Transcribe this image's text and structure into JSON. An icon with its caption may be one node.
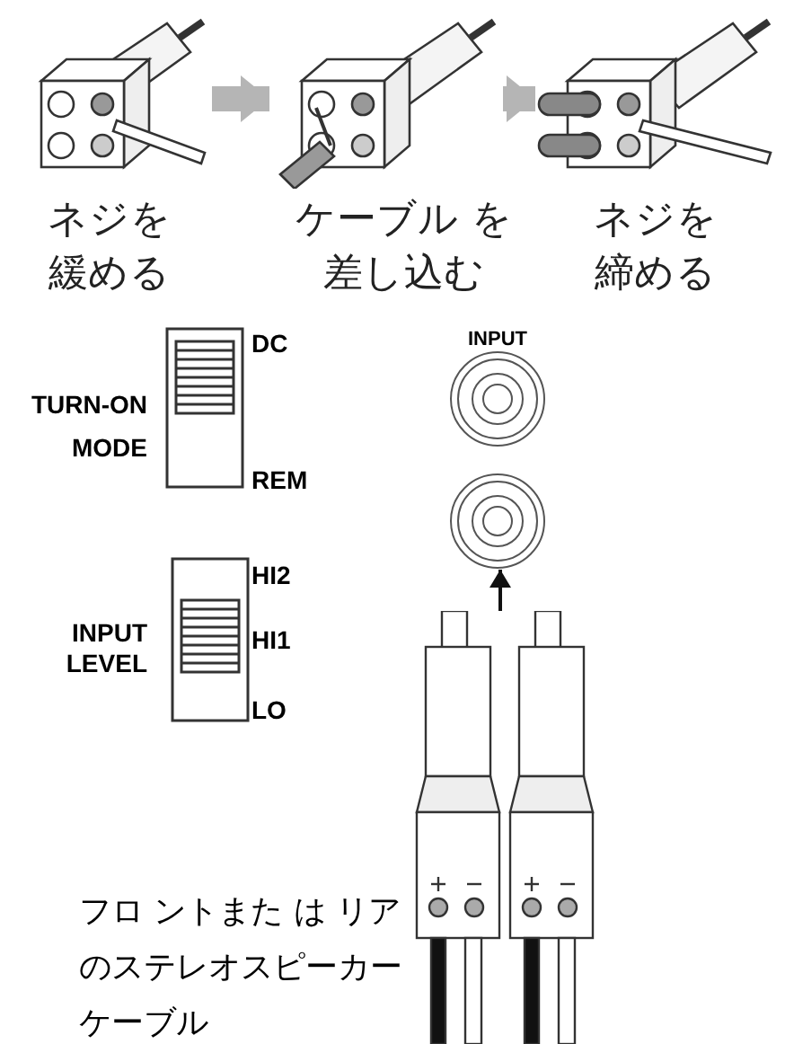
{
  "diagram": {
    "nodes": [
      {
        "text": [],
        "shape": "picture",
        "beside": [
          "ネジを緩める"
        ]
      },
      {
        "text": [],
        "shape": "picture",
        "beside": [
          "ケーブル を差し込む"
        ]
      },
      {
        "text": [],
        "shape": "picture",
        "beside": [
          "ネジを締める"
        ]
      },
      {
        "text": [],
        "shape": "circle",
        "beside": [
          "INPUT"
        ]
      },
      {
        "text": [],
        "shape": "circle"
      },
      {
        "text": [],
        "shape": "picture",
        "beside": [
          "フロ ントまた は リアのステレオスピーカーケーブル"
        ]
      }
    ],
    "edges": [
      {
        "from": 0,
        "to": 1,
        "arrow": "to"
      },
      {
        "from": 1,
        "to": 2,
        "arrow": "to"
      },
      {
        "from": 5,
        "to": 4,
        "arrow": "to",
        "color": "#111111"
      }
    ],
    "labels": [
      "DC",
      "TURN-ON MODE",
      "REM",
      "HI2",
      "INPUT LEVEL",
      "HI1",
      "LO"
    ]
  }
}
